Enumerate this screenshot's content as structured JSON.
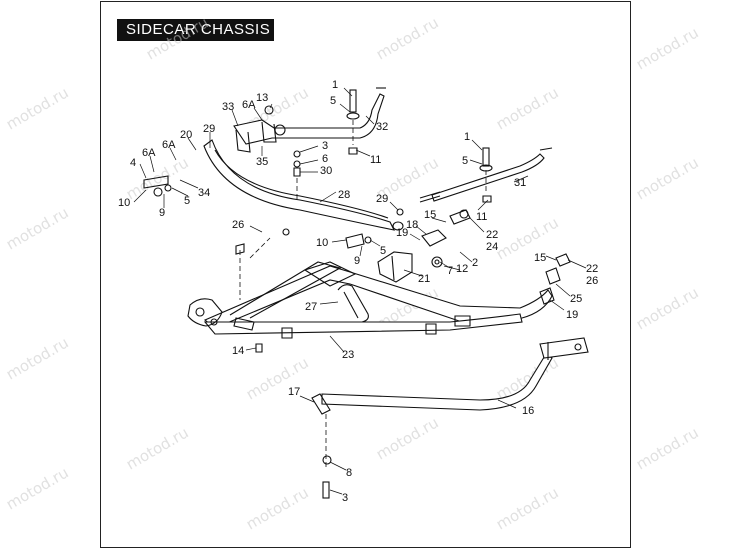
{
  "title": "SIDECAR CHASSIS",
  "watermark": "motod.ru",
  "callouts": [
    {
      "id": "c1a",
      "text": "1"
    },
    {
      "id": "c5a",
      "text": "5"
    },
    {
      "id": "c32",
      "text": "32"
    },
    {
      "id": "c11a",
      "text": "11"
    },
    {
      "id": "c13",
      "text": "13"
    },
    {
      "id": "c33",
      "text": "33"
    },
    {
      "id": "c6Aa",
      "text": "6A"
    },
    {
      "id": "c20",
      "text": "20"
    },
    {
      "id": "c29a",
      "text": "29"
    },
    {
      "id": "c6Ab",
      "text": "6A"
    },
    {
      "id": "c6Ac",
      "text": "6A"
    },
    {
      "id": "c4",
      "text": "4"
    },
    {
      "id": "c3a",
      "text": "3"
    },
    {
      "id": "c6",
      "text": "6"
    },
    {
      "id": "c30",
      "text": "30"
    },
    {
      "id": "c35",
      "text": "35"
    },
    {
      "id": "c10a",
      "text": "10"
    },
    {
      "id": "c9a",
      "text": "9"
    },
    {
      "id": "c5b",
      "text": "5"
    },
    {
      "id": "c34",
      "text": "34"
    },
    {
      "id": "c28",
      "text": "28"
    },
    {
      "id": "c1b",
      "text": "1"
    },
    {
      "id": "c5c",
      "text": "5"
    },
    {
      "id": "c31",
      "text": "31"
    },
    {
      "id": "c11b",
      "text": "11"
    },
    {
      "id": "c29b",
      "text": "29"
    },
    {
      "id": "c15a",
      "text": "15"
    },
    {
      "id": "c18",
      "text": "18"
    },
    {
      "id": "c19a",
      "text": "19"
    },
    {
      "id": "c22a",
      "text": "22"
    },
    {
      "id": "c24",
      "text": "24"
    },
    {
      "id": "c26a",
      "text": "26"
    },
    {
      "id": "c10b",
      "text": "10"
    },
    {
      "id": "c9b",
      "text": "9"
    },
    {
      "id": "c5d",
      "text": "5"
    },
    {
      "id": "c2",
      "text": "2"
    },
    {
      "id": "c7",
      "text": "7"
    },
    {
      "id": "c12",
      "text": "12"
    },
    {
      "id": "c21",
      "text": "21"
    },
    {
      "id": "c15b",
      "text": "15"
    },
    {
      "id": "c22b",
      "text": "22"
    },
    {
      "id": "c26b",
      "text": "26"
    },
    {
      "id": "c25",
      "text": "25"
    },
    {
      "id": "c19b",
      "text": "19"
    },
    {
      "id": "c27",
      "text": "27"
    },
    {
      "id": "c14",
      "text": "14"
    },
    {
      "id": "c23",
      "text": "23"
    },
    {
      "id": "c17",
      "text": "17"
    },
    {
      "id": "c16",
      "text": "16"
    },
    {
      "id": "c8",
      "text": "8"
    },
    {
      "id": "c3b",
      "text": "3"
    }
  ]
}
